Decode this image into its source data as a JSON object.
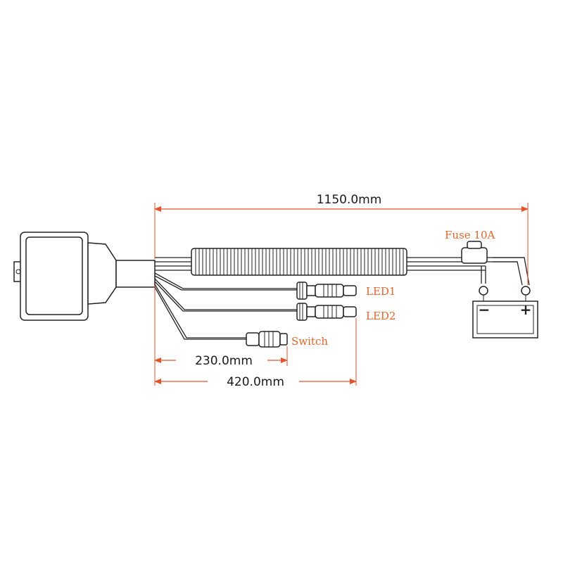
{
  "dimensions": {
    "total": "1150.0mm",
    "switch_branch": "230.0mm",
    "led_branch": "420.0mm"
  },
  "labels": {
    "fuse": "Fuse 10A",
    "led1": "LED1",
    "led2": "LED2",
    "switch": "Switch",
    "battery_negative": "−",
    "battery_positive": "+"
  },
  "colors": {
    "dimension_line": "#e8522a",
    "label": "#e0662e",
    "line": "#222222"
  }
}
